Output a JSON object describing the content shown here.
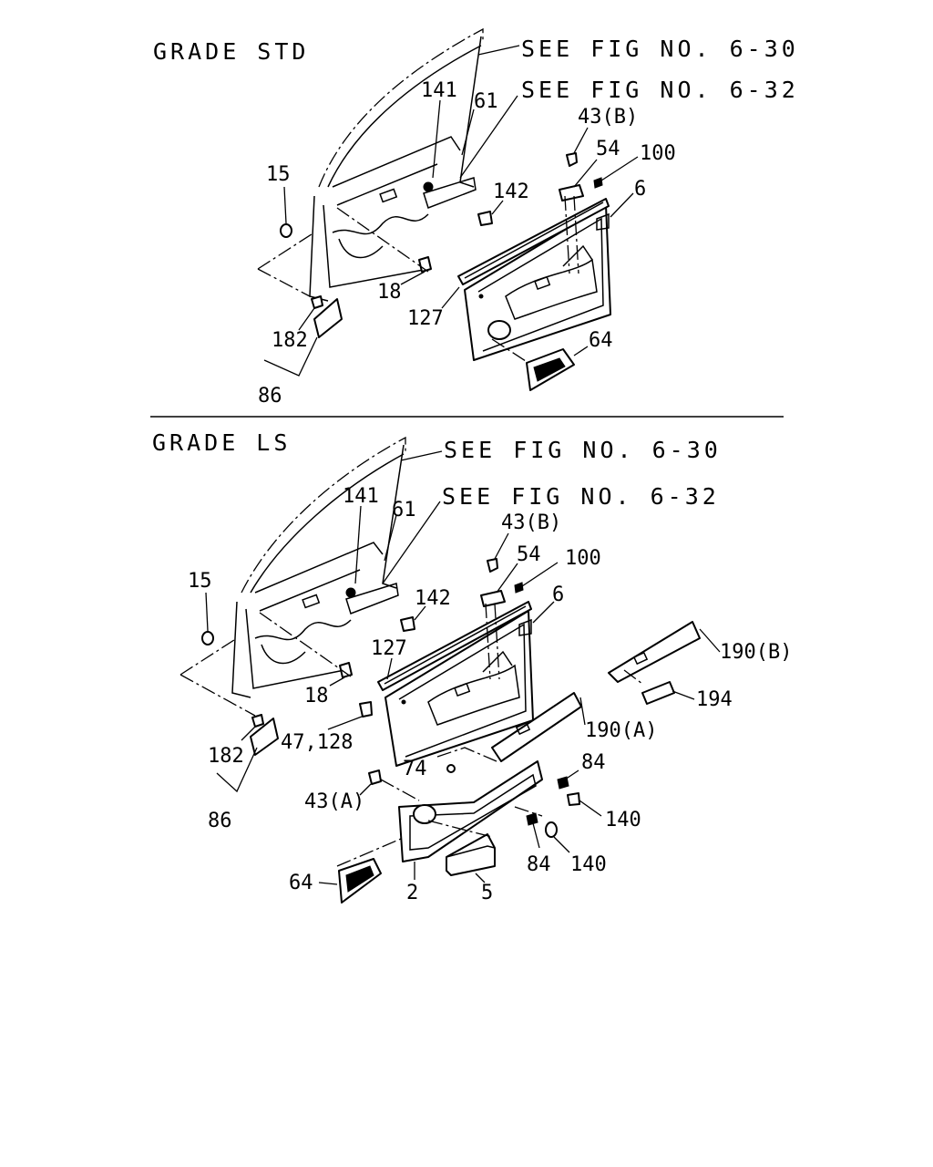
{
  "sections": [
    {
      "grade": "GRADE STD",
      "refs": [
        "SEE FIG NO. 6-30",
        "SEE FIG NO. 6-32"
      ],
      "labels": {
        "l141": "141",
        "l61": "61",
        "l43b": "43(B)",
        "l54": "54",
        "l100": "100",
        "l15": "15",
        "l6": "6",
        "l142": "142",
        "l18": "18",
        "l127": "127",
        "l182": "182",
        "l64": "64",
        "l86": "86"
      }
    },
    {
      "grade": "GRADE LS",
      "refs": [
        "SEE FIG NO. 6-30",
        "SEE FIG NO. 6-32"
      ],
      "labels": {
        "l141": "141",
        "l61": "61",
        "l43b": "43(B)",
        "l54": "54",
        "l100": "100",
        "l15": "15",
        "l6": "6",
        "l142": "142",
        "l127": "127",
        "l190b": "190(B)",
        "l194": "194",
        "l18": "18",
        "l190a": "190(A)",
        "l182": "182",
        "l47": "47,128",
        "l74": "74",
        "l84a": "84",
        "l43a": "43(A)",
        "l140a": "140",
        "l86": "86",
        "l84b": "84",
        "l140b": "140",
        "l64": "64",
        "l2": "2",
        "l5": "5"
      }
    }
  ]
}
